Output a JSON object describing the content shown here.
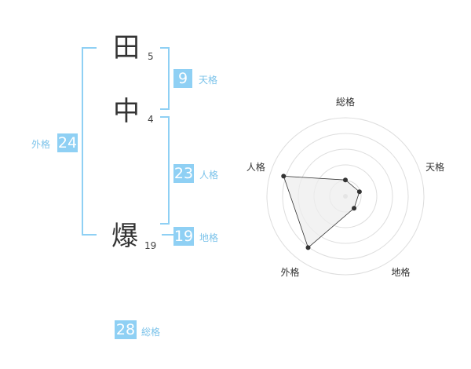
{
  "name": {
    "characters": [
      {
        "char": "田",
        "strokes": "5"
      },
      {
        "char": "中",
        "strokes": "4"
      },
      {
        "char": "爆",
        "strokes": "19"
      }
    ]
  },
  "kakusu": {
    "tenkaku": {
      "value": "9",
      "label": "天格"
    },
    "jinkaku": {
      "value": "23",
      "label": "人格"
    },
    "chikaku": {
      "value": "19",
      "label": "地格"
    },
    "gaikaku": {
      "value": "24",
      "label": "外格"
    },
    "soukaku": {
      "value": "28",
      "label": "総格"
    }
  },
  "colors": {
    "accent": "#8fd0f4",
    "label": "#7cc3ea",
    "radar_fill": "#eeeeee",
    "radar_line": "#333333"
  },
  "chart_data": {
    "type": "radar",
    "axes": [
      "総格",
      "天格",
      "地格",
      "外格",
      "人格"
    ],
    "values": [
      28,
      9,
      19,
      24,
      23
    ],
    "levels": 5,
    "grid": true,
    "max": 5,
    "plotted_levels": [
      1.04,
      0.94,
      0.94,
      4.04,
      4.14
    ]
  }
}
